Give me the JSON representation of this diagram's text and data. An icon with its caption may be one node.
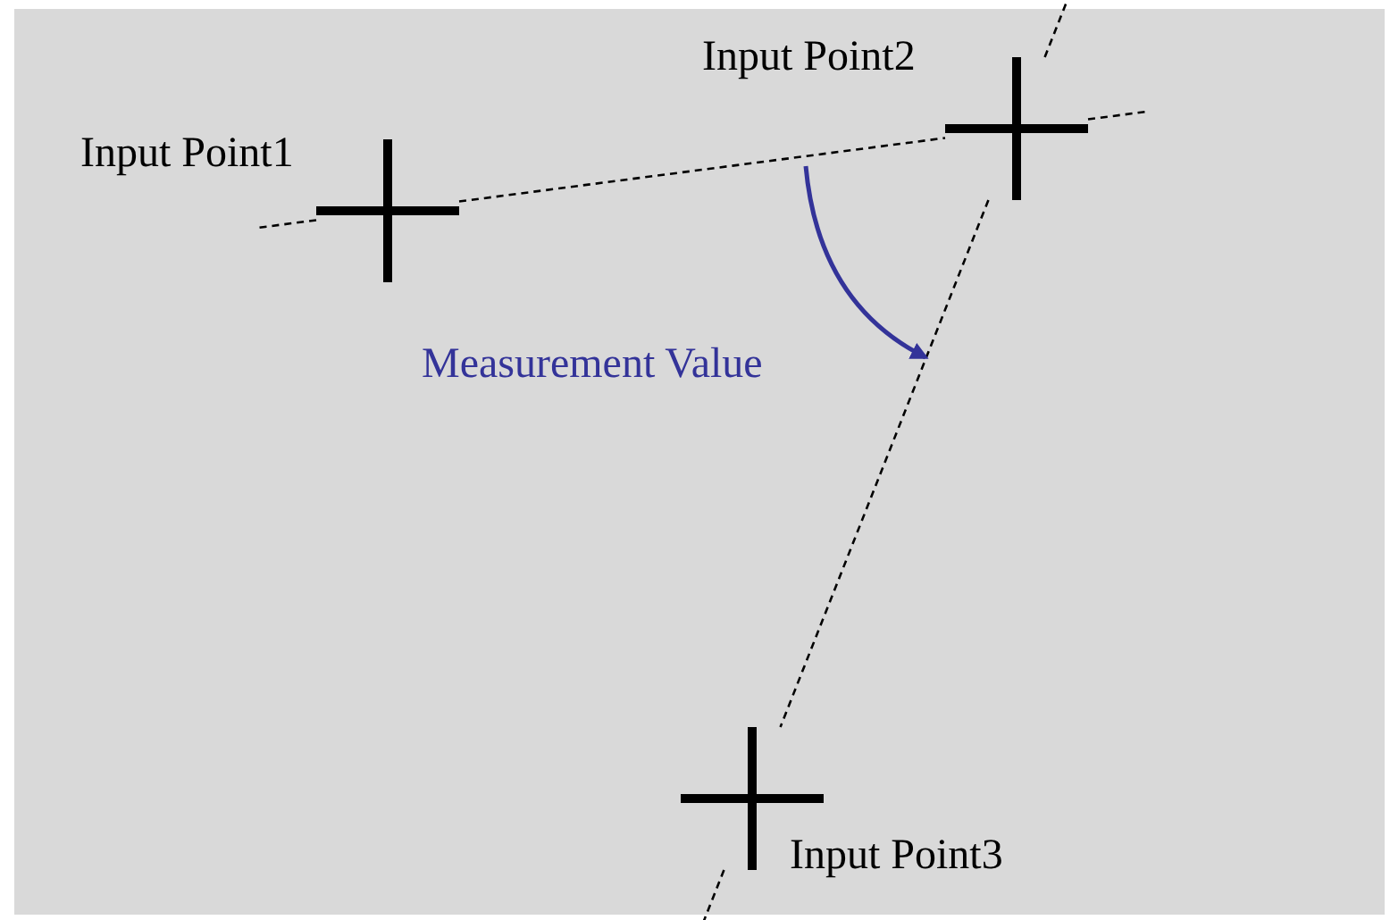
{
  "diagram": {
    "nodes": [
      {
        "text": [
          "Input Point1"
        ]
      },
      {
        "text": [
          "Input Point2"
        ]
      },
      {
        "text": [
          "Input Point3"
        ]
      }
    ],
    "edges": [
      {
        "from": 0,
        "to": 1,
        "arrow": "none",
        "style": "dashed"
      },
      {
        "from": 1,
        "to": 2,
        "arrow": "none",
        "style": "dashed"
      }
    ],
    "labels": [
      "Measurement Value"
    ]
  }
}
